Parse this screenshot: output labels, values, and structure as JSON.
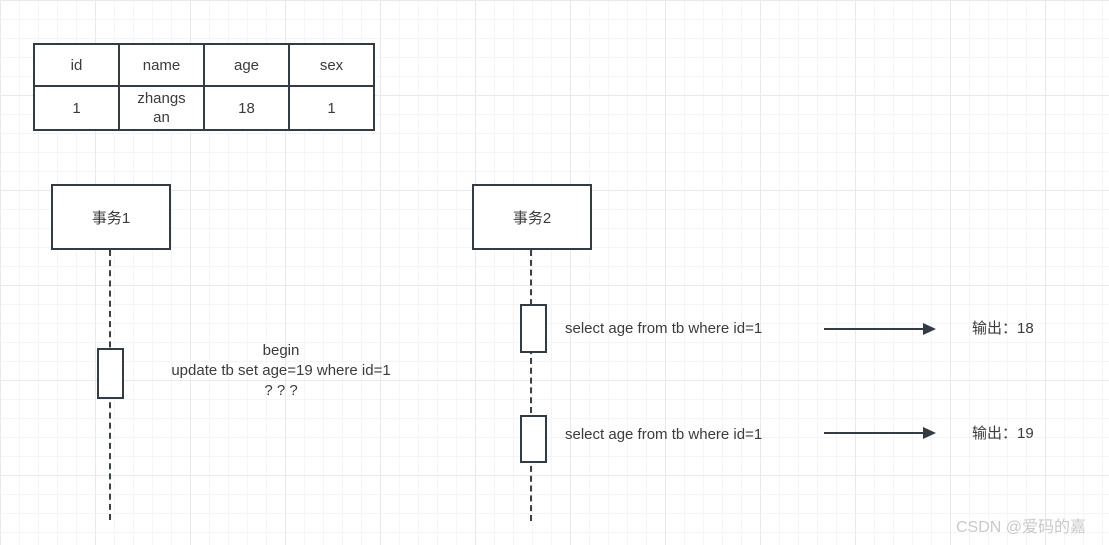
{
  "table": {
    "headers": [
      "id",
      "name",
      "age",
      "sex"
    ],
    "rows": [
      [
        "1",
        "zhangsan",
        "18",
        "1"
      ]
    ]
  },
  "actors": [
    {
      "label": "事务1"
    },
    {
      "label": "事务2"
    }
  ],
  "note": {
    "lines": [
      "begin",
      "update tb set age=19 where id=1",
      "? ? ?"
    ]
  },
  "queries": [
    {
      "sql": "select age from tb where id=1",
      "output": "输出：18"
    },
    {
      "sql": "select age from tb where id=1",
      "output": "输出：19"
    }
  ],
  "watermark": {
    "text": "CSDN @爱码的嘉"
  },
  "colors": {
    "stroke": "#333b45",
    "text": "#3b3b3b",
    "grid_minor": "#f5f5f5",
    "grid_major": "#e9e9e9",
    "watermark": "#c9c9c9"
  }
}
